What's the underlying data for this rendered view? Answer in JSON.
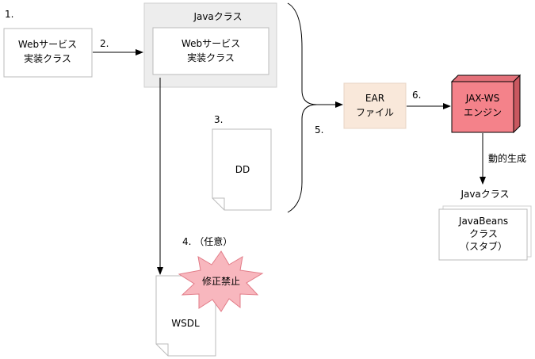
{
  "steps": {
    "s1": "1.",
    "s2": "2.",
    "s3": "3.",
    "s4": "4. （任意）",
    "s5": "5.",
    "s6": "6."
  },
  "web_service_source": {
    "line1": "Webサービス",
    "line2": "実装クラス"
  },
  "java_class_group": {
    "title": "Javaクラス",
    "inner_line1": "Webサービス",
    "inner_line2": "実装クラス"
  },
  "dd_document": {
    "label": "DD"
  },
  "wsdl_document": {
    "label": "WSDL"
  },
  "edit_prohibited_burst": {
    "label": "修正禁止",
    "color": "#f8b7be"
  },
  "ear_file": {
    "line1": "EAR",
    "line2": "ファイル",
    "color": "#f9e8da"
  },
  "jaxws_engine": {
    "line1": "JAX-WS",
    "line2": "エンジン",
    "color": "#f4828a"
  },
  "dynamic_generation_label": "動的生成",
  "stub_group": {
    "title": "Javaクラス",
    "line1": "JavaBeans",
    "line2": "クラス",
    "line3": "（スタブ）"
  },
  "colors": {
    "group_fill": "#ededed",
    "group_border": "#cfcfcf",
    "box_border": "#bbbbbb",
    "arrow": "#000000"
  }
}
